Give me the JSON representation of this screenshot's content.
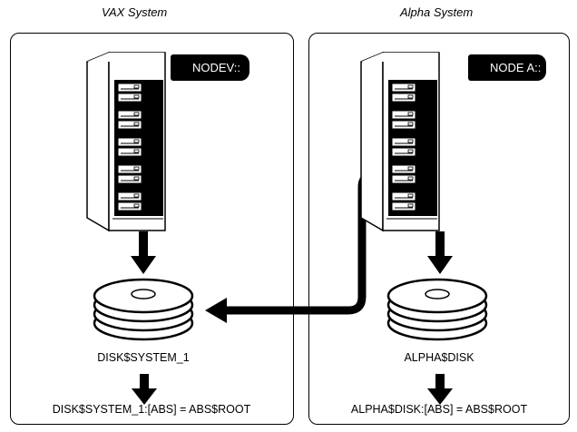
{
  "diagram": {
    "systems": [
      {
        "title": "VAX System",
        "node": "NODEV::",
        "disk": "DISK$SYSTEM_1",
        "mapping": "DISK$SYSTEM_1:[ABS] = ABS$ROOT"
      },
      {
        "title": "Alpha System",
        "node": "NODE A::",
        "disk": "ALPHA$DISK",
        "mapping": "ALPHA$DISK:[ABS] = ABS$ROOT"
      }
    ]
  }
}
